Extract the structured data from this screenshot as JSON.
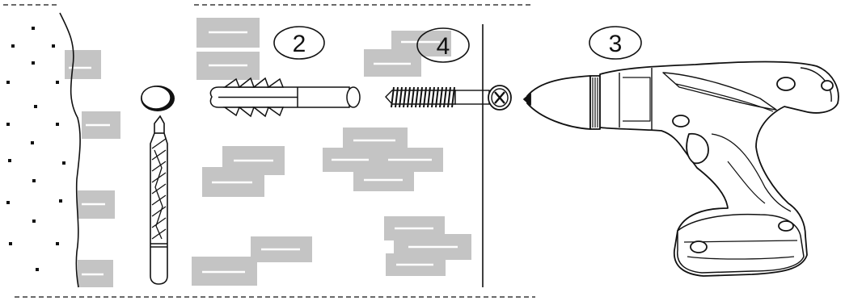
{
  "diagram": {
    "colors": {
      "line": "#111111",
      "brick": "#c4c4c4",
      "mortar": "#ffffff",
      "background": "#ffffff"
    },
    "step_markers": [
      {
        "id": "step-2",
        "text": "2"
      },
      {
        "id": "step-4",
        "text": "4"
      },
      {
        "id": "step-3",
        "text": "3"
      }
    ],
    "parts": [
      {
        "name": "wall-cross-section"
      },
      {
        "name": "drilled-hole"
      },
      {
        "name": "masonry-drill-bit"
      },
      {
        "name": "wall-plug"
      },
      {
        "name": "screw"
      },
      {
        "name": "cordless-drill"
      }
    ]
  }
}
